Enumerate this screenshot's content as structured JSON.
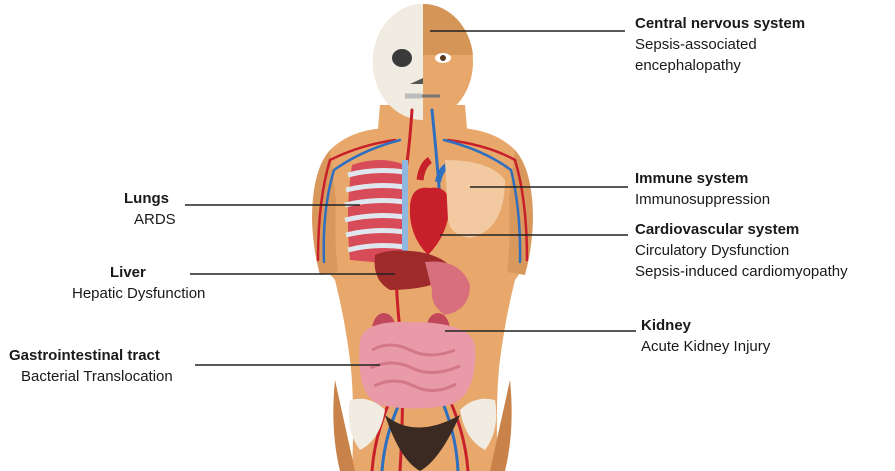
{
  "labels": {
    "cns": {
      "title": "Central nervous system",
      "lines": [
        "Sepsis-associated",
        "encephalopathy"
      ]
    },
    "immune": {
      "title": "Immune system",
      "lines": [
        "Immunosuppression"
      ]
    },
    "cardio": {
      "title": "Cardiovascular system",
      "lines": [
        "Circulatory Dysfunction",
        "Sepsis-induced cardiomyopathy"
      ]
    },
    "kidney": {
      "title": "Kidney",
      "lines": [
        "Acute Kidney Injury"
      ]
    },
    "lungs": {
      "title": "Lungs",
      "lines": [
        "ARDS"
      ]
    },
    "liver": {
      "title": "Liver",
      "lines": [
        "Hepatic Dysfunction"
      ]
    },
    "gi": {
      "title": "Gastrointestinal tract",
      "lines": [
        "Bacterial Translocation"
      ]
    }
  },
  "colors": {
    "skin": "#e8a86b",
    "skin_dark": "#c9834a",
    "artery": "#c8202a",
    "vein": "#2f6fc0",
    "rib": "#dfe6ee",
    "lung": "#d84c5a",
    "liver": "#9e2a2a",
    "intestine": "#e99aa8",
    "leader": "#222222"
  }
}
